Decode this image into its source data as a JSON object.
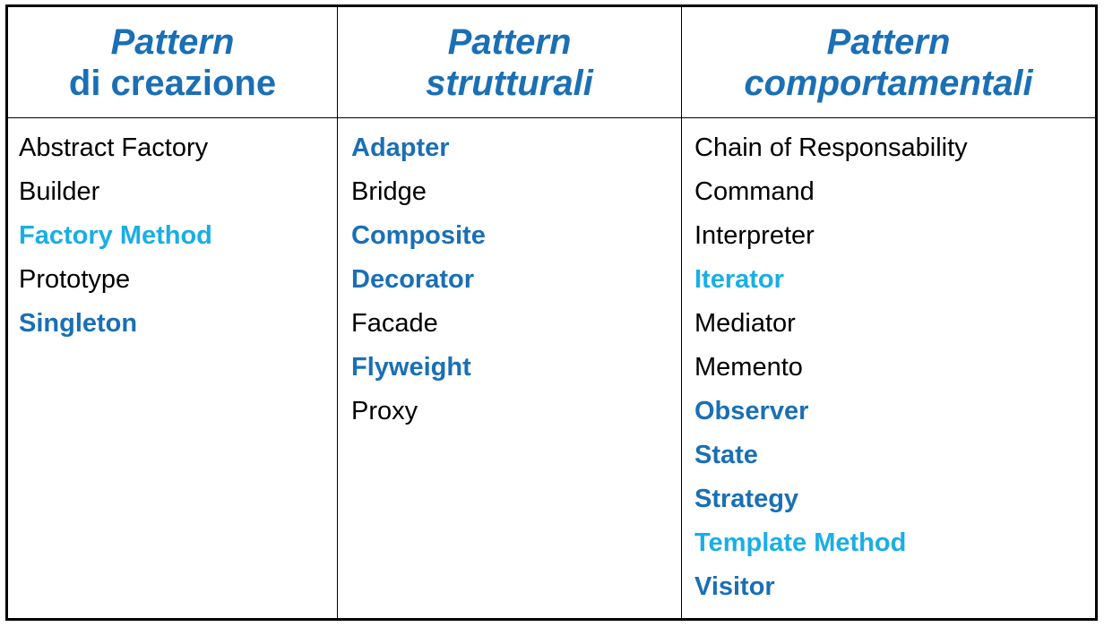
{
  "colors": {
    "border": "#000000",
    "header_text": "#1a6fb5",
    "highlight_dark": "#1a6fb5",
    "highlight_light": "#1aaee5",
    "plain_text": "#000000"
  },
  "columns": [
    {
      "header_line1": "Pattern",
      "header_line2": "di creazione",
      "items": [
        {
          "label": "Abstract Factory",
          "style": "plain"
        },
        {
          "label": "Builder",
          "style": "plain"
        },
        {
          "label": "Factory Method",
          "style": "light"
        },
        {
          "label": "Prototype",
          "style": "plain"
        },
        {
          "label": "Singleton",
          "style": "dark"
        }
      ]
    },
    {
      "header_line1": "Pattern",
      "header_line2": "strutturali",
      "items": [
        {
          "label": "Adapter",
          "style": "dark"
        },
        {
          "label": "Bridge",
          "style": "plain"
        },
        {
          "label": "Composite",
          "style": "dark"
        },
        {
          "label": "Decorator",
          "style": "dark"
        },
        {
          "label": "Facade",
          "style": "plain"
        },
        {
          "label": "Flyweight",
          "style": "dark"
        },
        {
          "label": "Proxy",
          "style": "plain"
        }
      ]
    },
    {
      "header_line1": "Pattern",
      "header_line2": "comportamentali",
      "items": [
        {
          "label": "Chain of Responsability",
          "style": "plain"
        },
        {
          "label": "Command",
          "style": "plain"
        },
        {
          "label": "Interpreter",
          "style": "plain"
        },
        {
          "label": "Iterator",
          "style": "light"
        },
        {
          "label": "Mediator",
          "style": "plain"
        },
        {
          "label": "Memento",
          "style": "plain"
        },
        {
          "label": "Observer",
          "style": "dark"
        },
        {
          "label": "State",
          "style": "dark"
        },
        {
          "label": "Strategy",
          "style": "dark"
        },
        {
          "label": "Template Method",
          "style": "light"
        },
        {
          "label": "Visitor",
          "style": "dark"
        }
      ]
    }
  ]
}
